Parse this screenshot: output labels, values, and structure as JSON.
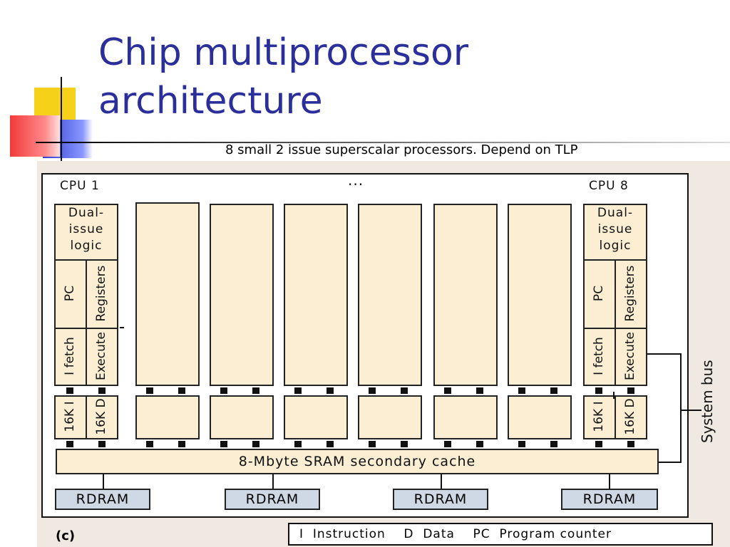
{
  "slide": {
    "title_line1": "Chip multiprocessor",
    "title_line2": "architecture",
    "subtitle": "8 small 2 issue superscalar processors. Depend on TLP"
  },
  "diagram": {
    "cpu_first": "CPU 1",
    "cpu_last": "CPU 8",
    "ellipsis": "···",
    "dual_issue": [
      "Dual-",
      "issue",
      "logic"
    ],
    "pc": "PC",
    "registers": "Registers",
    "ifetch": "I fetch",
    "execute": "Execute",
    "icache": "16K I",
    "dcache": "16K D",
    "secondary_cache": "8-Mbyte SRAM secondary cache",
    "rdram_label": "RDRAM",
    "system_bus": "System bus",
    "figure_label": "(c)",
    "legend": "I  Instruction    D  Data    PC  Program counter"
  },
  "colors": {
    "title": "#2b2f9c",
    "box_fill": "#fbeed2",
    "rdram_fill": "#cfd9e6",
    "deco_yellow": "#f6d11a",
    "deco_blue": "#2f3fd1",
    "deco_red": "#f23a3a"
  }
}
